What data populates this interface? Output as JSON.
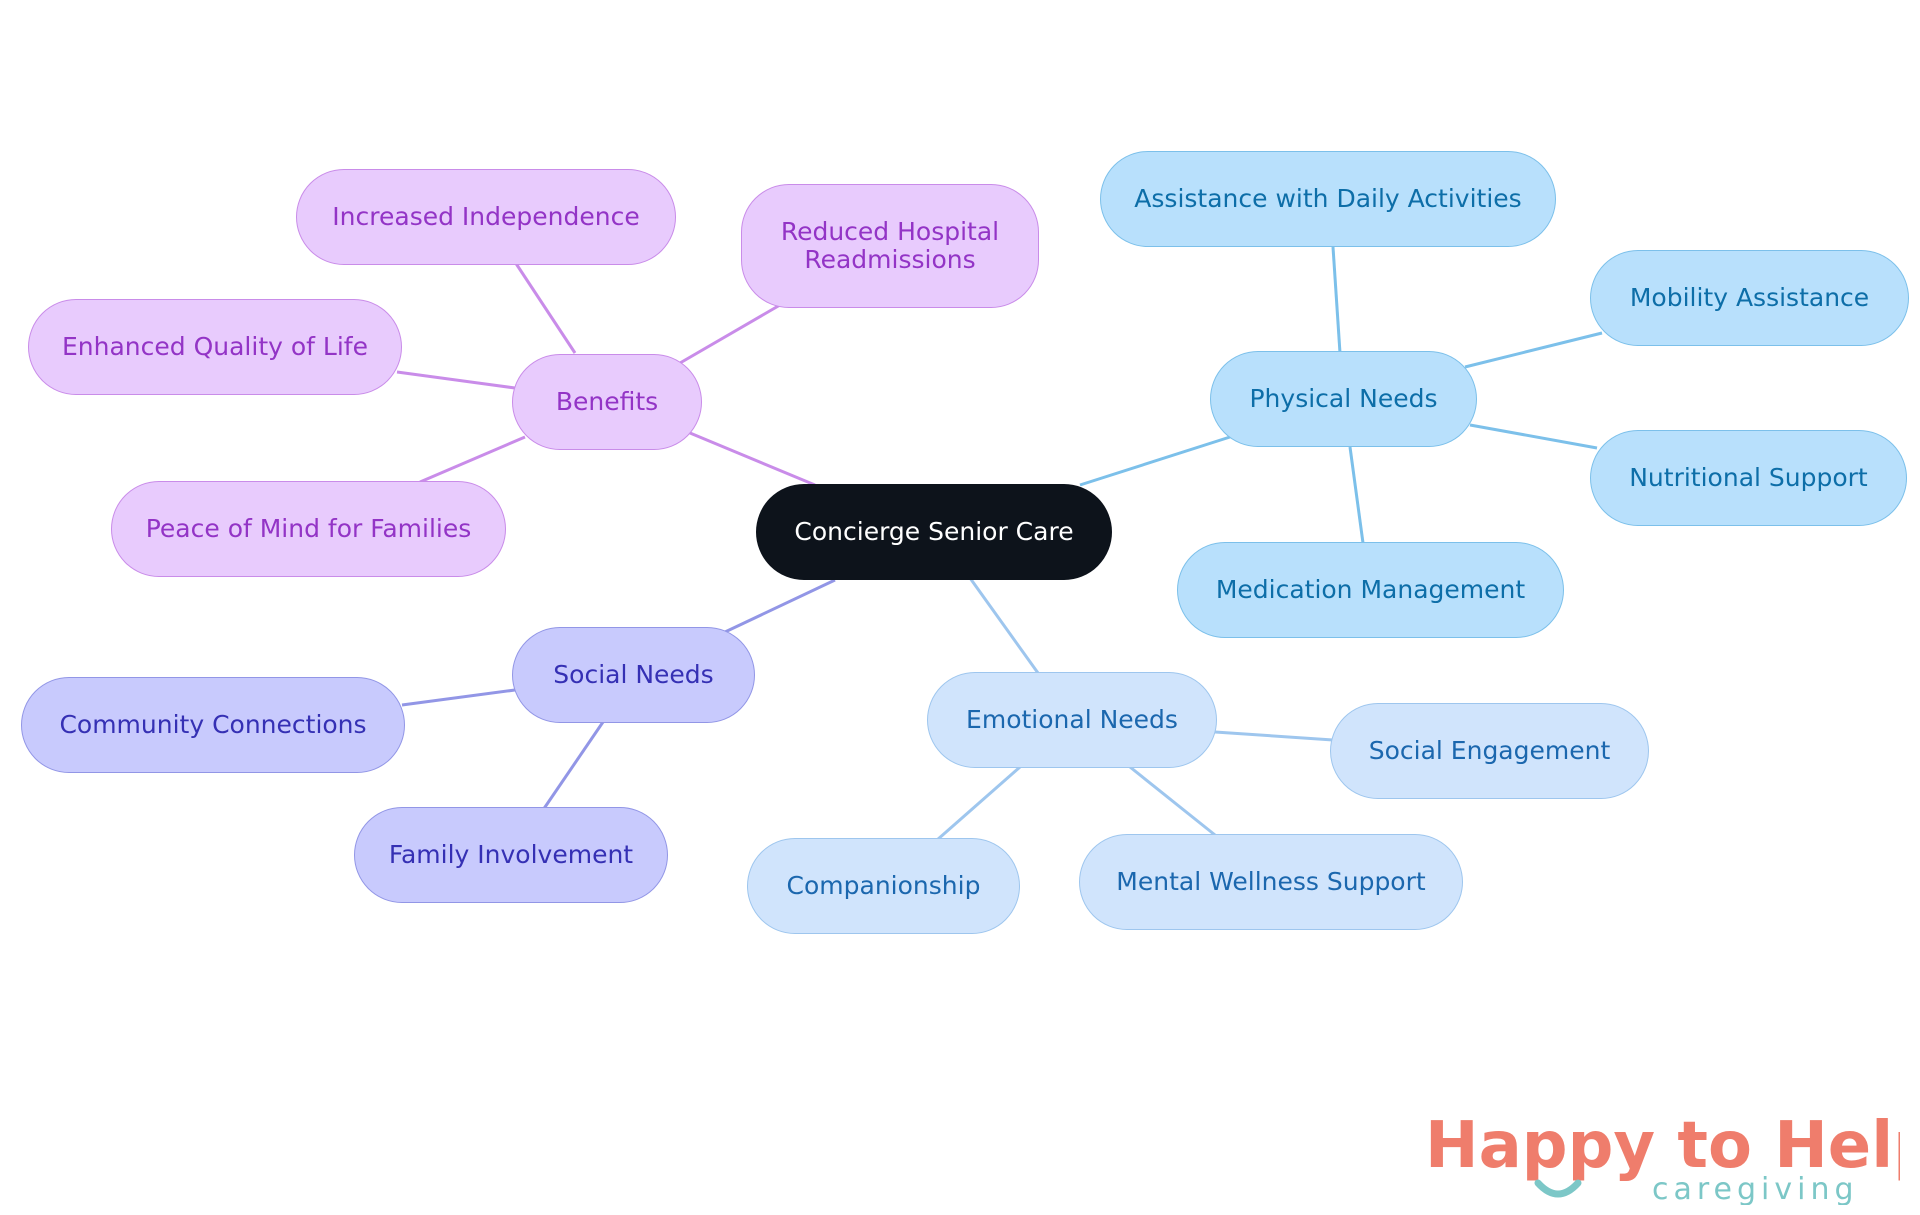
{
  "mindmap": {
    "root": "Concierge Senior Care",
    "branches": {
      "benefits": {
        "label": "Benefits",
        "children": {
          "increased_independence": "Increased Independence",
          "reduced_readmissions": "Reduced Hospital Readmissions",
          "quality_of_life": "Enhanced Quality of Life",
          "peace_of_mind": "Peace of Mind for Families"
        }
      },
      "physical": {
        "label": "Physical Needs",
        "children": {
          "daily_activities": "Assistance with Daily Activities",
          "mobility": "Mobility Assistance",
          "nutrition": "Nutritional Support",
          "medication": "Medication Management"
        }
      },
      "emotional": {
        "label": "Emotional Needs",
        "children": {
          "social_engagement": "Social Engagement",
          "mental_wellness": "Mental Wellness Support",
          "companionship": "Companionship"
        }
      },
      "social": {
        "label": "Social Needs",
        "children": {
          "community": "Community Connections",
          "family": "Family Involvement"
        }
      }
    }
  },
  "logo": {
    "main_text": "Happy to Help",
    "sub_text": "caregiving"
  },
  "colors": {
    "root": "#0d131b",
    "benefits": "#c98ce9",
    "physical": "#7cc0ea",
    "emotional": "#9ec6ee",
    "social": "#9296e6",
    "logo_main": "#ef7d6c",
    "logo_sub": "#7cc7c7"
  }
}
